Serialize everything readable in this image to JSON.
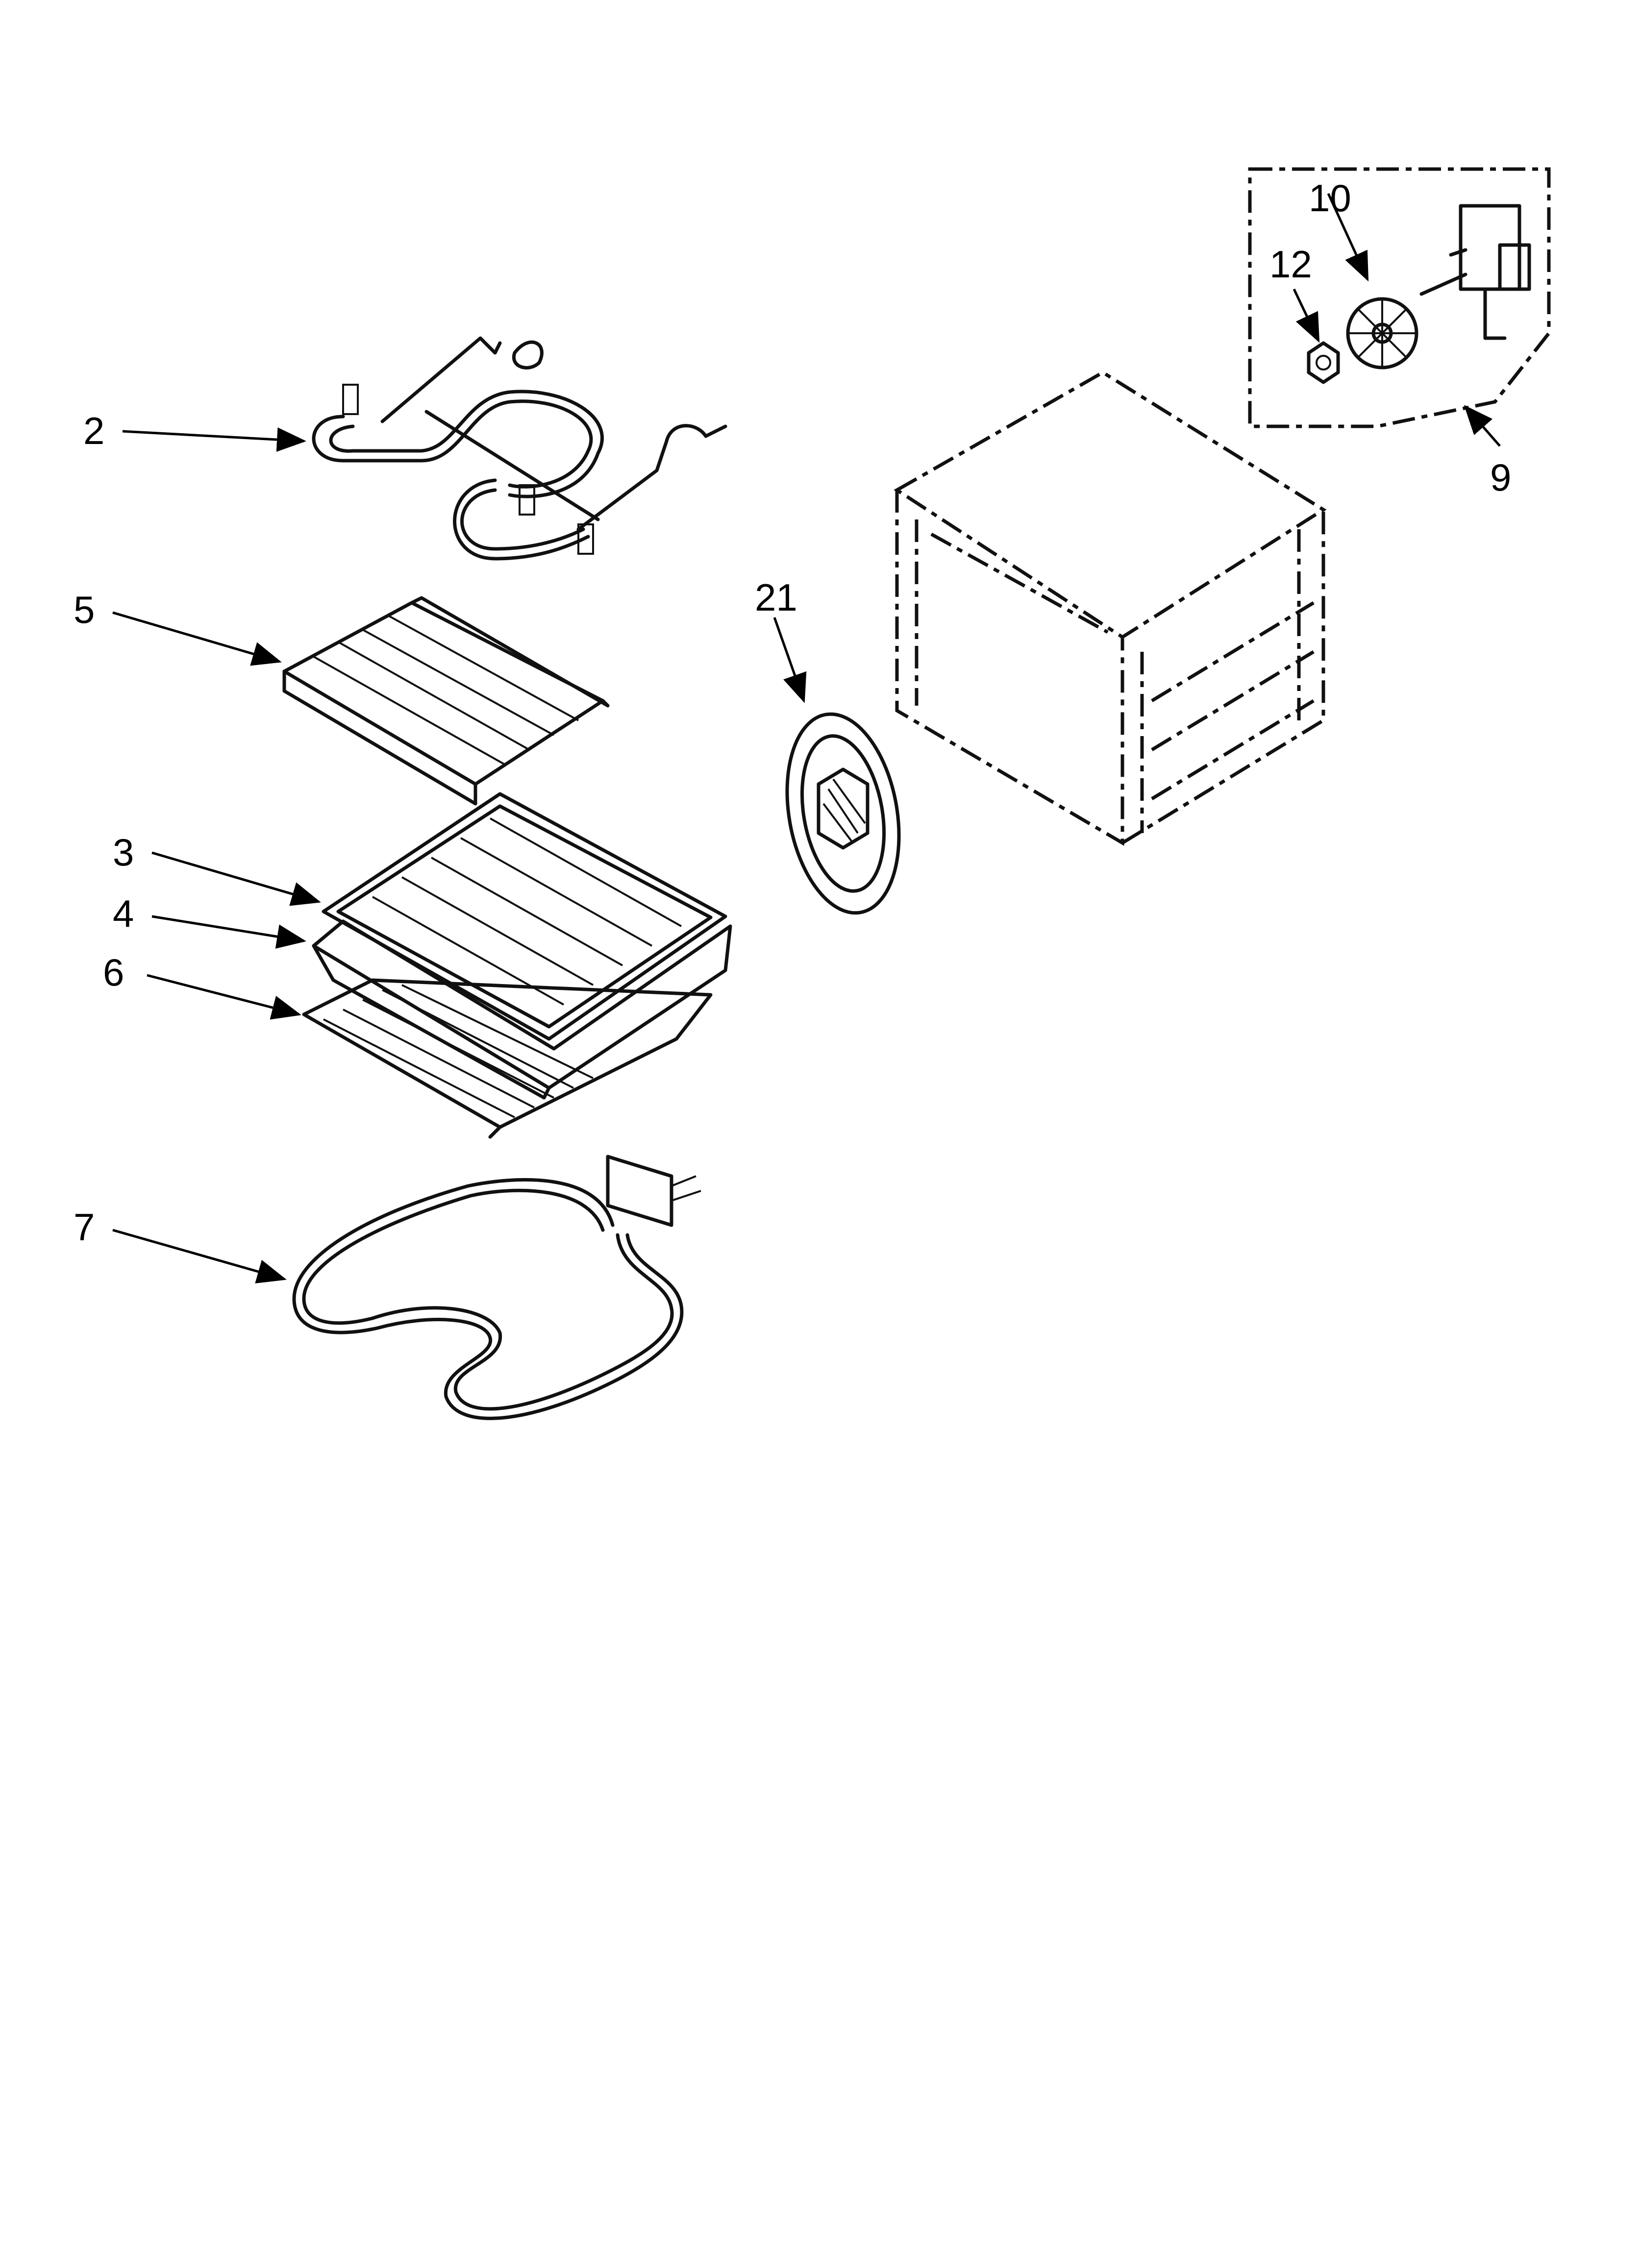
{
  "callouts": [
    {
      "id": "2",
      "label": "2"
    },
    {
      "id": "5",
      "label": "5"
    },
    {
      "id": "3",
      "label": "3"
    },
    {
      "id": "4",
      "label": "4"
    },
    {
      "id": "6",
      "label": "6"
    },
    {
      "id": "7",
      "label": "7"
    },
    {
      "id": "21",
      "label": "21"
    },
    {
      "id": "9",
      "label": "9"
    },
    {
      "id": "10",
      "label": "10"
    },
    {
      "id": "12",
      "label": "12"
    }
  ],
  "parts": {
    "bake_element_upper": "bake-element-icon",
    "rack_slide": "rack-icon",
    "broiler_grid": "broiler-grid-icon",
    "broiler_pan": "broiler-pan-icon",
    "oven_rack": "oven-rack-icon",
    "bake_element_lower": "bake-element-icon",
    "fan_cover": "fan-cover-icon",
    "oven_cavity": "oven-cavity-icon",
    "convection_motor": "motor-icon",
    "fan_blade": "fan-blade-icon",
    "nut": "nut-icon"
  },
  "colors": {
    "line": "#111111",
    "background": "#ffffff"
  }
}
